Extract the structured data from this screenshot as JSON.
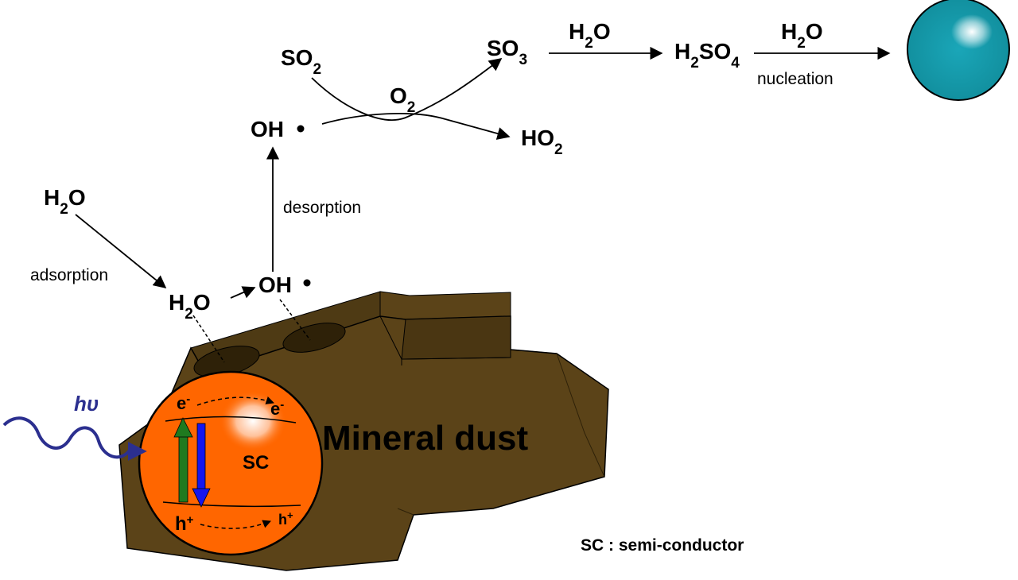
{
  "reaction": {
    "so2": "SO2",
    "o2": "O2",
    "so3": "SO3",
    "h2o_a": "H2O",
    "h2so4": "H2SO4",
    "h2o_b": "H2O",
    "nucleation": "nucleation",
    "oh_top": "OH",
    "ho2": "HO2"
  },
  "surface": {
    "h2o_gas": "H2O",
    "adsorption": "adsorption",
    "h2o_adsorbed": "H2O",
    "oh_surface": "OH",
    "desorption": "desorption"
  },
  "particle": {
    "mineral_dust": "Mineral dust",
    "sc": "SC",
    "electron": "e",
    "electron_sup": "-",
    "hole": "h",
    "hole_sup": "+",
    "photon": "hυ"
  },
  "legend": {
    "sc_note": "SC : semi-conductor"
  },
  "colors": {
    "dust": "#5b4318",
    "dust_dark": "#3e2d0e",
    "sc_orange": "#ff6600",
    "droplet": "#1a9cae",
    "excite_arrow": "#1f7a1f",
    "relax_arrow": "#1616ee",
    "photon_wave": "#2b2f8f"
  }
}
